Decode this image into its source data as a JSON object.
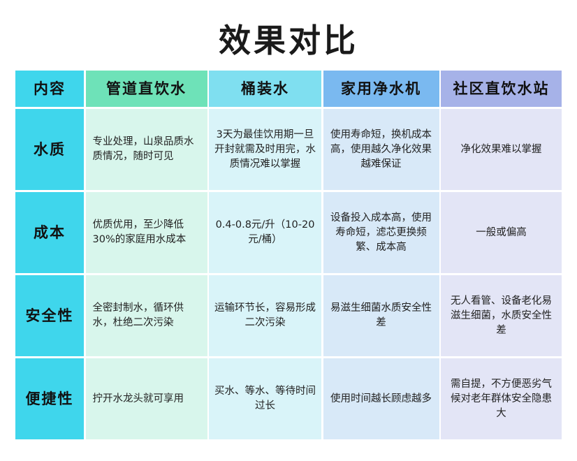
{
  "title": "效果对比",
  "headers": [
    "内容",
    "管道直饮水",
    "桶装水",
    "家用净水机",
    "社区直饮水站"
  ],
  "rows": [
    {
      "label": "水质",
      "pipe": "专业处理，山泉品质水质情况，随时可见",
      "bottled": "3天为最佳饮用期一旦开封就需及时用完，水质情况难以掌握",
      "purifier": "使用寿命短，换机成本高，使用越久净化效果越难保证",
      "station": "净化效果难以掌握"
    },
    {
      "label": "成本",
      "pipe": "优质优用，至少降低30%的家庭用水成本",
      "bottled": "0.4-0.8元/升（10-20元/桶）",
      "purifier": "设备投入成本高，使用寿命短，滤芯更换频繁、成本高",
      "station": "一般或偏高"
    },
    {
      "label": "安全性",
      "pipe": "全密封制水，循环供水，杜绝二次污染",
      "bottled": "运输环节长，容易形成二次污染",
      "purifier": "易滋生细菌水质安全性差",
      "station": "无人看管、设备老化易滋生细菌，水质安全性差"
    },
    {
      "label": "便捷性",
      "pipe": "拧开水龙头就可享用",
      "bottled": "买水、等水、等待时间过长",
      "purifier": "使用时间越长顾虑越多",
      "station": "需自提，不方便恶劣气候对老年群体安全隐患大"
    }
  ]
}
